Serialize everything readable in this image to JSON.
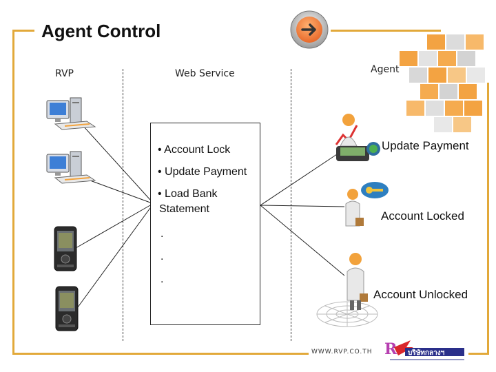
{
  "title": "Agent Control",
  "columns": {
    "rvp": "RVP",
    "web_service": "Web Service",
    "agent": "Agent"
  },
  "web_service_items": {
    "item1": "• Account Lock",
    "item2": "• Update Payment",
    "item3_line1": "• Load Bank",
    "item3_line2": "Statement",
    "dot1": ".",
    "dot2": ".",
    "dot3": "."
  },
  "agent_actions": {
    "update_payment": "Update Payment",
    "account_locked": "Account Locked",
    "account_unlocked": "Account Unlocked"
  },
  "footer": {
    "url": "WWW.RVP.CO.TH",
    "logo_text": "บริษัทกลางฯ"
  },
  "colors": {
    "frame": "#e2a93a",
    "arrow_button": "#e8692a",
    "cube_orange": "#f29a2e",
    "cube_gray": "#cfcfcf"
  },
  "icons": {
    "arrow": "arrow-right-icon",
    "computer": "desktop-computer-icon",
    "phone": "mobile-phone-icon",
    "agent_person": "business-person-icon"
  }
}
